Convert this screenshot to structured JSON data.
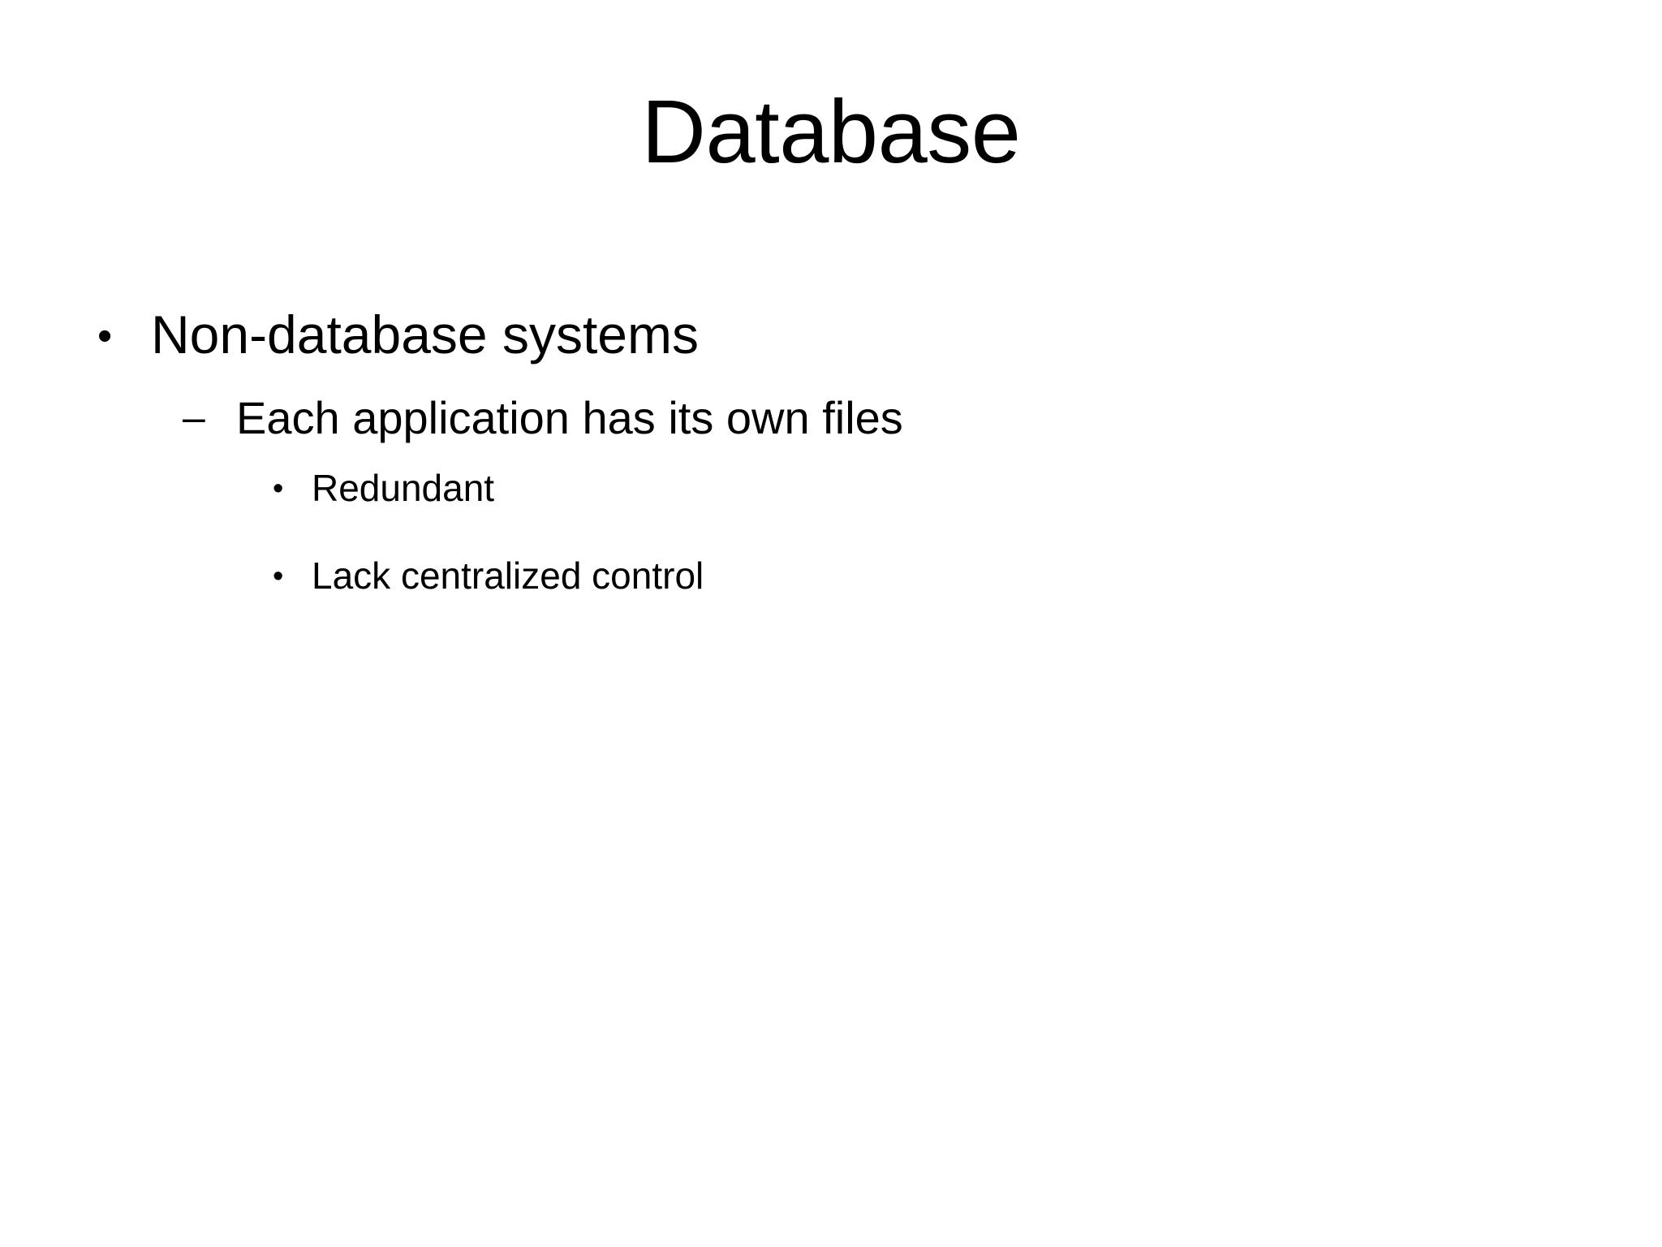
{
  "slide": {
    "background_color": "#ffffff",
    "text_color": "#000000",
    "title": "Database",
    "bullets": [
      {
        "level": 1,
        "marker": "•",
        "marker_icon": "disc-bullet-icon",
        "text": "Non-database systems"
      },
      {
        "level": 2,
        "marker": "–",
        "marker_icon": "dash-bullet-icon",
        "text": "Each application has its own files"
      },
      {
        "level": 3,
        "marker": "•",
        "marker_icon": "disc-bullet-icon",
        "text": "Redundant"
      },
      {
        "level": 3,
        "marker": "•",
        "marker_icon": "disc-bullet-icon",
        "text": "Lack centralized control"
      }
    ]
  }
}
